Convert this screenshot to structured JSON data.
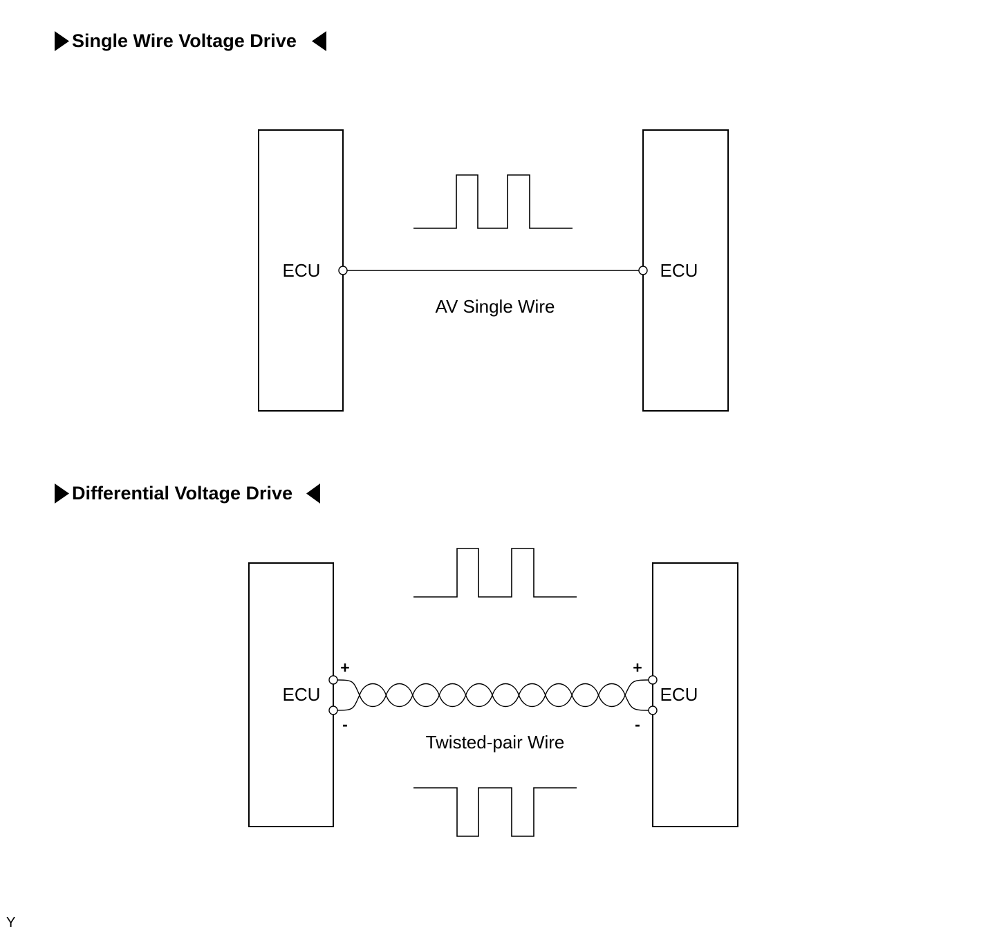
{
  "sections": {
    "single": {
      "title": "Single Wire Voltage Drive",
      "left_ecu": "ECU",
      "right_ecu": "ECU",
      "wire_label": "AV Single Wire"
    },
    "differential": {
      "title": "Differential Voltage Drive",
      "left_ecu": "ECU",
      "right_ecu": "ECU",
      "wire_label": "Twisted-pair Wire",
      "left_plus": "+",
      "left_minus": "-",
      "right_plus": "+",
      "right_minus": "-"
    }
  },
  "corner_mark": "Y"
}
